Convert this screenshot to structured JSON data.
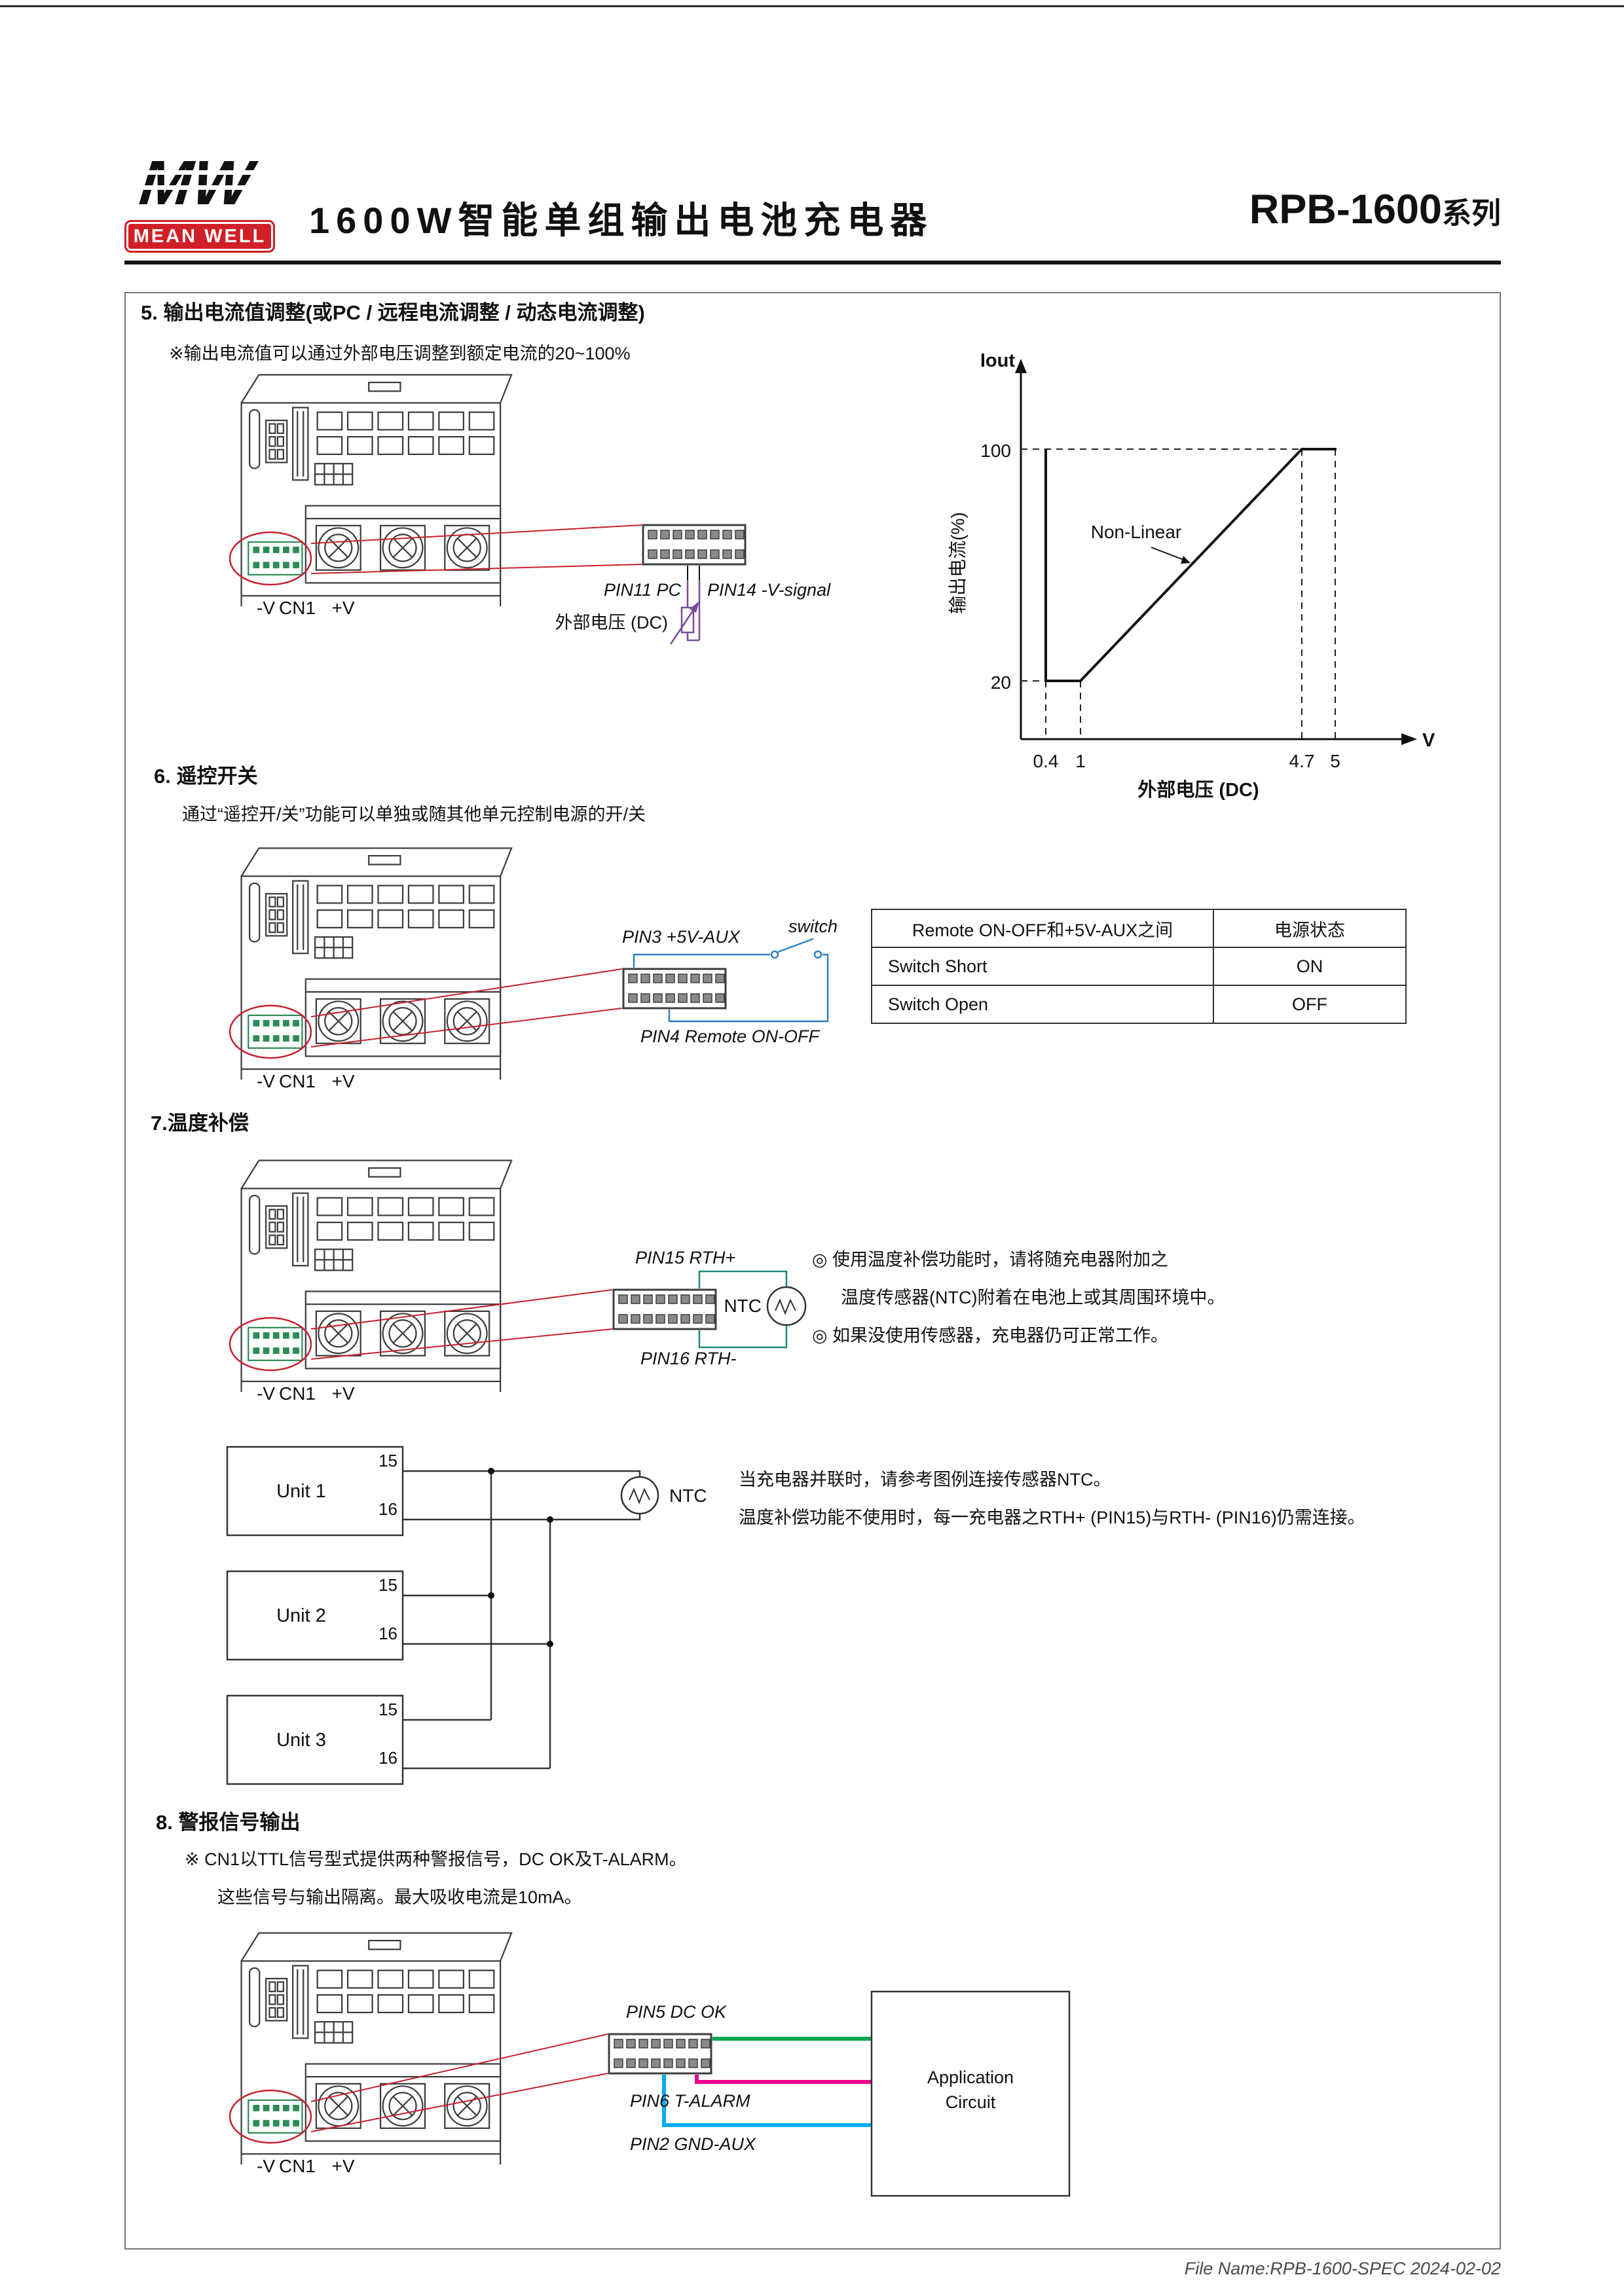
{
  "colors": {
    "brand_red": "#d01f26",
    "annotation_red": "#c8202c",
    "cn1_green": "#2e8b57",
    "wire_purple": "#7a4a9c",
    "wire_blue": "#2f7fbe",
    "wire_teal": "#1d8a78",
    "signal_green": "#00a651",
    "signal_magenta": "#ec008c",
    "signal_cyan": "#00aeef"
  },
  "header": {
    "logo_mw": "MW",
    "logo_text": "MEAN WELL",
    "title": "1600W智能单组输出电池充电器",
    "series_name": "RPB-1600",
    "series_suffix": "系列"
  },
  "device": {
    "neg": "-V",
    "cn1": "CN1",
    "pos": "+V"
  },
  "section5": {
    "heading": "5. 输出电流值调整(或PC / 远程电流调整 / 动态电流调整)",
    "note": "※输出电流值可以通过外部电压调整到额定电流的20~100%",
    "pin11": "PIN11 PC",
    "pin14": "PIN14 -V-signal",
    "ext_voltage": "外部电压 (DC)"
  },
  "chart_data": {
    "type": "line",
    "title": "",
    "y_axis_arrow_label": "Iout",
    "x_axis_arrow_label": "V",
    "y_axis_label": "输出电流(%)",
    "x_axis_label": "外部电压 (DC)",
    "y_ticks": [
      "100",
      "20"
    ],
    "x_ticks": [
      "0.4",
      "1",
      "4.7",
      "5"
    ],
    "annotation": "Non-Linear",
    "x_range": [
      0,
      5.5
    ],
    "y_range": [
      0,
      110
    ],
    "grid": false,
    "dashed_guides": true,
    "points": [
      [
        0.4,
        100
      ],
      [
        0.4,
        20
      ],
      [
        1,
        20
      ],
      [
        4.7,
        100
      ],
      [
        5,
        100
      ]
    ]
  },
  "section6": {
    "heading": "6. 遥控开关",
    "note": "通过“遥控开/关”功能可以单独或随其他单元控制电源的开/关",
    "pin3": "PIN3 +5V-AUX",
    "switch_label": "switch",
    "pin4": "PIN4 Remote ON-OFF",
    "table": {
      "header": [
        "Remote ON-OFF和+5V-AUX之间",
        "电源状态"
      ],
      "rows": [
        [
          "Switch Short",
          "ON"
        ],
        [
          "Switch Open",
          "OFF"
        ]
      ]
    }
  },
  "section7": {
    "heading": "7.温度补偿",
    "pin15": "PIN15 RTH+",
    "pin16": "PIN16 RTH-",
    "ntc": "NTC",
    "notes": [
      "◎ 使用温度补偿功能时，请将随充电器附加之",
      "温度传感器(NTC)附着在电池上或其周围环境中。",
      "◎ 如果没使用传感器，充电器仍可正常工作。"
    ],
    "units": [
      "Unit 1",
      "Unit 2",
      "Unit 3"
    ],
    "pin_top": "15",
    "pin_bottom": "16",
    "parallel_notes": [
      "当充电器并联时，请参考图例连接传感器NTC。",
      "温度补偿功能不使用时，每一充电器之RTH+ (PIN15)与RTH- (PIN16)仍需连接。"
    ]
  },
  "section8": {
    "heading": "8. 警报信号输出",
    "notes": [
      "※ CN1以TTL信号型式提供两种警报信号，DC OK及T-ALARM。",
      "这些信号与输出隔离。最大吸收电流是10mA。"
    ],
    "pin5": "PIN5 DC OK",
    "pin6": "PIN6 T-ALARM",
    "pin2": "PIN2 GND-AUX",
    "app_line1": "Application",
    "app_line2": "Circuit"
  },
  "footer": {
    "file_name": "File Name:RPB-1600-SPEC 2024-02-02"
  }
}
